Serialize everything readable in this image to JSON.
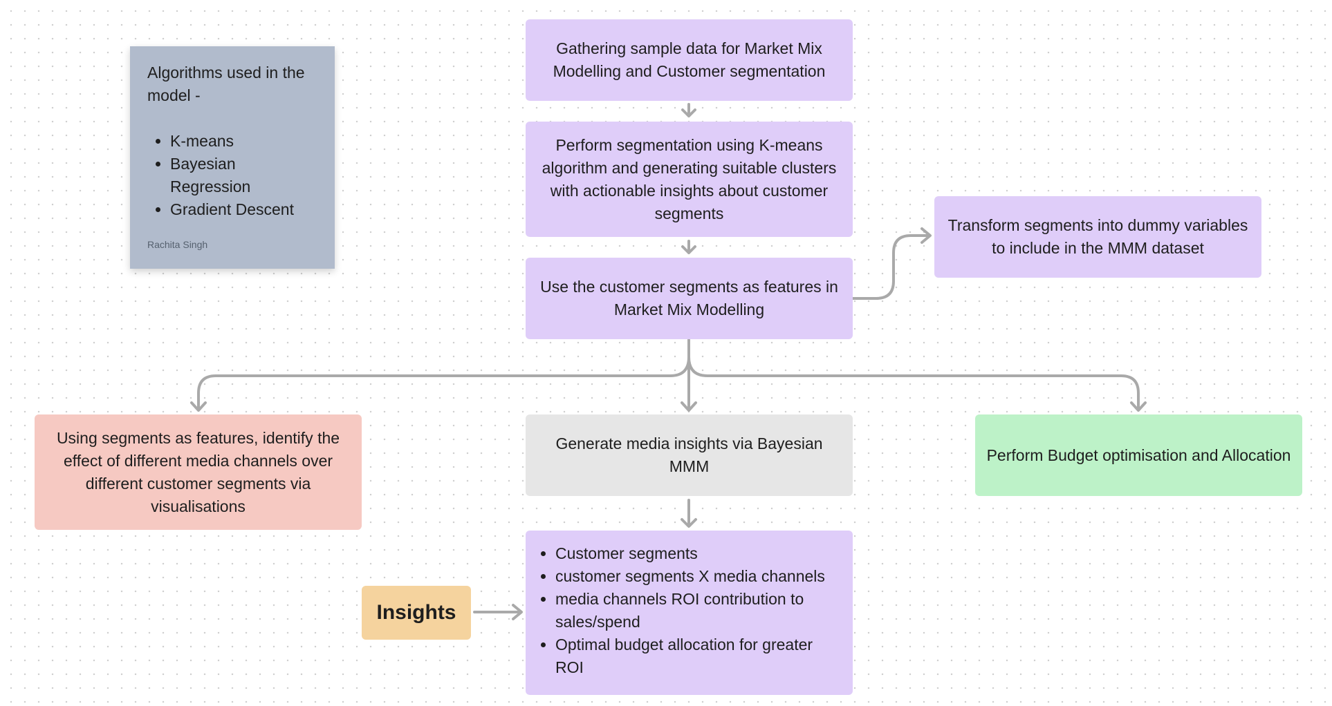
{
  "note": {
    "title": "Algorithms used in the model -",
    "items": [
      "K-means",
      "Bayesian Regression",
      "Gradient Descent"
    ],
    "author": "Rachita Singh"
  },
  "nodes": {
    "gather": "Gathering sample data for Market Mix Modelling and Customer segmentation",
    "segment": "Perform segmentation using K-means algorithm and generating suitable clusters with actionable insights about customer segments",
    "use_features": "Use the customer segments as features in Market Mix Modelling",
    "transform": "Transform segments into dummy variables to include in the MMM dataset",
    "identify_effect": "Using segments as features, identify the effect of different media channels over different customer segments via visualisations",
    "media_insights": "Generate media insights via Bayesian MMM",
    "budget": "Perform Budget optimisation and Allocation"
  },
  "insights": {
    "label": "Insights",
    "items": [
      "Customer segments",
      "customer segments X media channels",
      "media channels ROI contribution to sales/spend",
      "Optimal budget allocation for greater ROI"
    ]
  },
  "colors": {
    "purple": "#dfcdf9",
    "gray": "#e6e6e6",
    "green": "#bdf2c8",
    "pink": "#f6c9c2",
    "note": "#b1bbcc",
    "insights_tag": "#f5d39e",
    "connector": "#a9a9a9"
  }
}
